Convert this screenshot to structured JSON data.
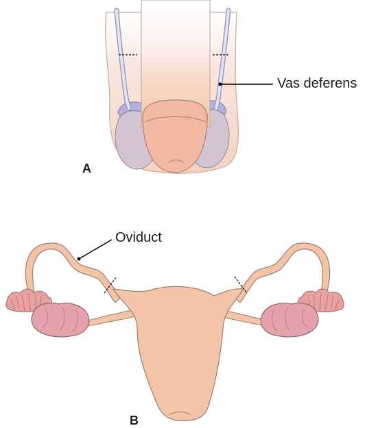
{
  "panel_a": {
    "label": "A",
    "callout": "Vas deferens"
  },
  "panel_b": {
    "label": "B",
    "callout": "Oviduct"
  },
  "colors": {
    "skin": "#f3c4a6",
    "skin_light": "#f7dccb",
    "glans": "#f2b9a2",
    "testis": "#d4c3d3",
    "epididymis": "#b3b0dc",
    "duct": "#c9c9df",
    "uterus": "#f4c4a8",
    "ovary": "#e5a1ac",
    "fimbriae": "#e7a19f",
    "outline": "#777777",
    "leader": "#000000"
  }
}
